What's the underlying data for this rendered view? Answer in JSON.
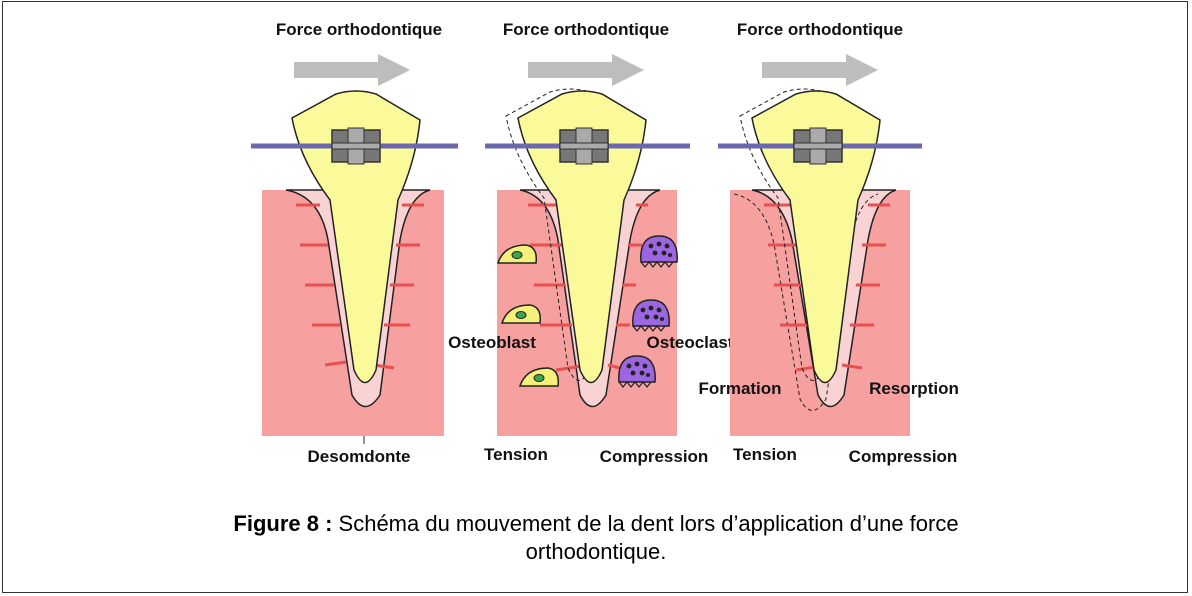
{
  "panels": [
    {
      "force_label": "Force orthodontique",
      "bottom_label": "Desomdonte"
    },
    {
      "force_label": "Force orthodontique",
      "left_label": "Osteoblast",
      "right_label": "Osteoclast",
      "bottom_left": "Tension",
      "bottom_right": "Compression"
    },
    {
      "force_label": "Force orthodontique",
      "left_label": "Formation",
      "right_label": "Resorption",
      "bottom_left": "Tension",
      "bottom_right": "Compression"
    }
  ],
  "caption": {
    "label": "Figure 8 :",
    "text": " Schéma du mouvement de la dent lors d’application d’une force",
    "text_line2": "orthodontique."
  },
  "colors": {
    "gum": "#f7a0a0",
    "ligament": "#f9d3d3",
    "tooth": "#fafa9a",
    "wire": "#6b68b0",
    "arrow": "#bdbdbd",
    "fibers": "#e85050",
    "osteoclast": "#9b66e0",
    "osteoblast": "#f4f07a"
  }
}
